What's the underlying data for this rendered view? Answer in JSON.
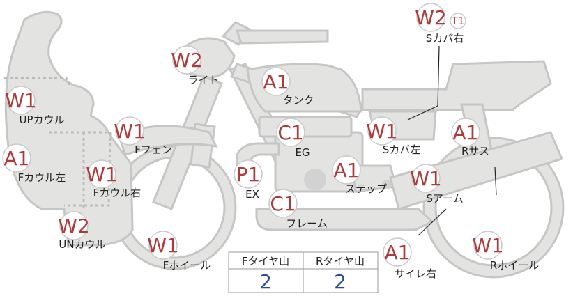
{
  "parts": [
    {
      "code": "W2",
      "label": "ライト"
    },
    {
      "code": "A1",
      "label": "タンク"
    },
    {
      "code": "W1",
      "label": "UPカウル"
    },
    {
      "code": "W1",
      "label": "Fフェン"
    },
    {
      "code": "A1",
      "label": "Fカウル左"
    },
    {
      "code": "W1",
      "label": "Fカウル右"
    },
    {
      "code": "W2",
      "label": "UNカウル"
    },
    {
      "code": "W1",
      "label": "Fホイール"
    },
    {
      "code": "P1",
      "label": "EX"
    },
    {
      "code": "C1",
      "label": "EG"
    },
    {
      "code": "C1",
      "label": "フレーム"
    },
    {
      "code": "A1",
      "label": "ステップ"
    },
    {
      "code": "W1",
      "label": "Sカバ左"
    },
    {
      "code": "A1",
      "label": "Rサス"
    },
    {
      "code": "W1",
      "label": "Sアーム"
    },
    {
      "code": "A1",
      "label": "サイレ右"
    },
    {
      "code": "W1",
      "label": "Rホイール"
    },
    {
      "code": "W2",
      "label": "Sカバ右",
      "sub": "T1"
    }
  ],
  "tread": {
    "headers": [
      "Fタイヤ山",
      "Rタイヤ山"
    ],
    "values": [
      "2",
      "2"
    ]
  }
}
